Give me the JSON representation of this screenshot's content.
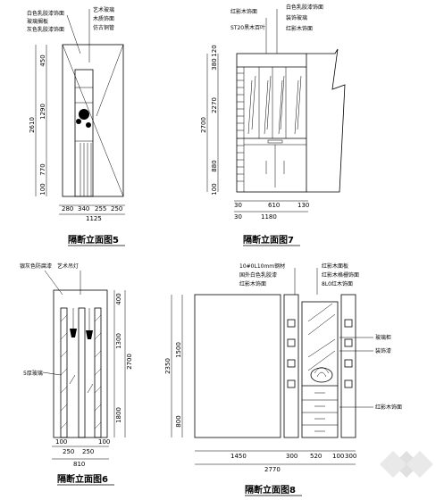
{
  "elevations": [
    {
      "title": "隔断立面图5",
      "annotations": [
        "白色乳胶漆饰面",
        "玻璃搁板",
        "灰色乳胶漆饰面",
        "艺术玻璃",
        "木质饰面",
        "仿古铜管"
      ],
      "dims_horizontal": [
        "280",
        "340",
        "255",
        "250"
      ],
      "dim_total": "1125",
      "dims_vertical": [
        "100",
        "770",
        "1290",
        "450"
      ],
      "dim_vertical_total": "2610"
    },
    {
      "title": "隔断立面图7",
      "annotations": [
        "红影木饰面",
        "ST20黑木百叶",
        "白色乳胶漆饰面",
        "装饰玻璃",
        "红影木饰面"
      ],
      "dims_horizontal": [
        "30",
        "610",
        "130"
      ],
      "dim_sub": [
        "30",
        "1180"
      ],
      "dims_vertical": [
        "100",
        "880",
        "2270",
        "380",
        "120"
      ],
      "dim_vertical_total": "2700"
    },
    {
      "title": "隔断立面图6",
      "annotations": [
        "银灰色防腐漆",
        "艺术吊灯",
        "5厚玻璃"
      ],
      "dims_horizontal": [
        "100",
        "250",
        "250",
        "100"
      ],
      "dim_total": "810",
      "dims_vertical": [
        "1800",
        "1300",
        "400"
      ],
      "dim_vertical_total": "2700"
    },
    {
      "title": "隔断立面图8",
      "annotations": [
        "10#0L10mm钢材",
        "国外白色乳胶漆",
        "红影木饰面",
        "红影木面板",
        "红影木格栅饰面",
        "8L0红木饰面",
        "玻璃柜",
        "装饰漆",
        "红影木饰面"
      ],
      "dims_horizontal": [
        "1450",
        "300",
        "520",
        "100",
        "300"
      ],
      "dim_total": "2770",
      "dims_vertical": [
        "800",
        "1500",
        "2350"
      ]
    }
  ]
}
